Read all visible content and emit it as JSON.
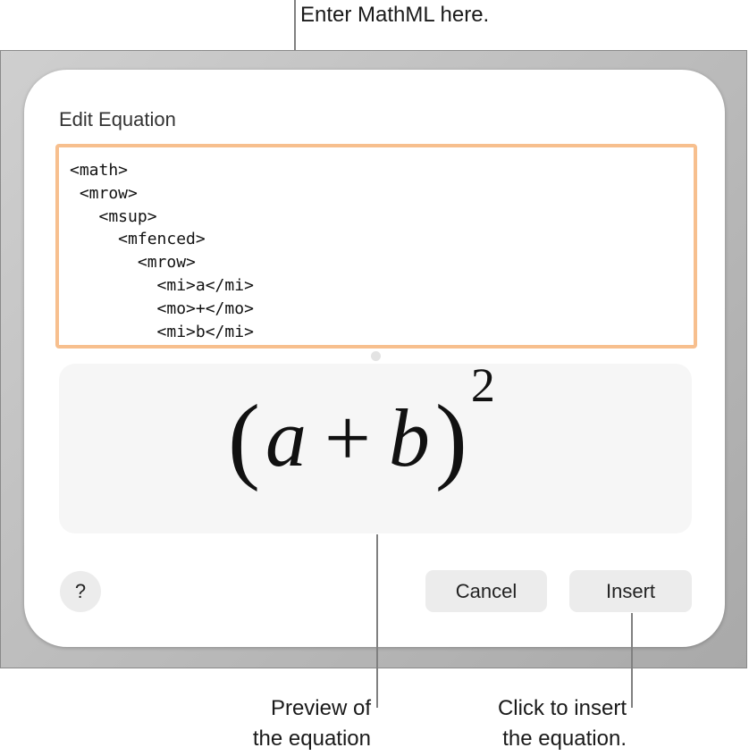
{
  "callouts": {
    "editor": "Enter MathML here.",
    "preview": [
      "Preview of",
      "the equation"
    ],
    "insert": [
      "Click to insert",
      "the equation."
    ]
  },
  "dialog": {
    "title": "Edit Equation",
    "mathml_source": "<math>\n <mrow>\n   <msup>\n     <mfenced>\n       <mrow>\n         <mi>a</mi>\n         <mo>+</mo>\n         <mi>b</mi>\n       </mrow>",
    "preview": {
      "open": "(",
      "a": "a",
      "op": "+",
      "b": "b",
      "close": ")",
      "exponent": "2"
    },
    "help_label": "?",
    "cancel_label": "Cancel",
    "insert_label": "Insert"
  },
  "colors": {
    "editor_focus_border": "#f7bf8e"
  }
}
